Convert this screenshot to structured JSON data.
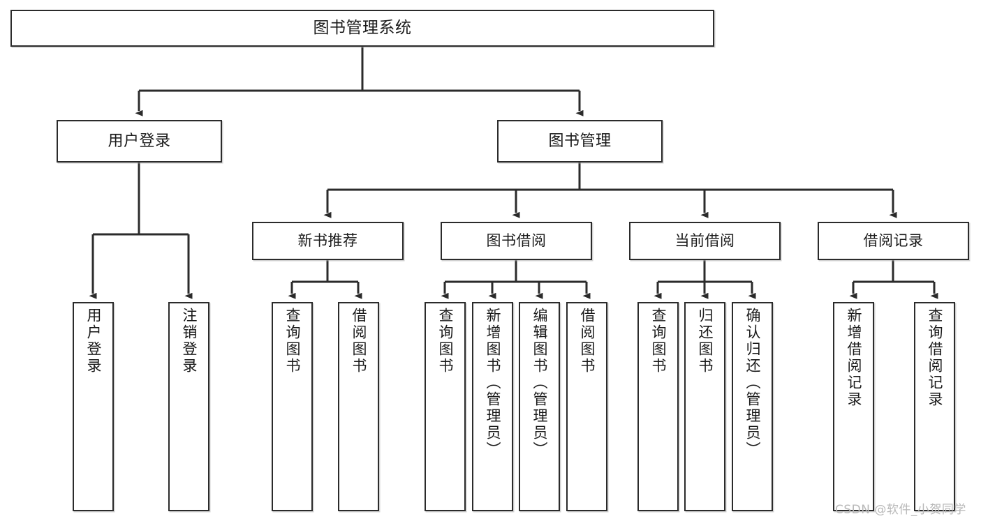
{
  "diagram": {
    "title": "图书管理系统",
    "type": "tree-hierarchy",
    "colors": {
      "stroke": "#2b2b2b",
      "fill": "#ffffff",
      "text": "#1a1a1a",
      "watermark": "#b8b8b8"
    },
    "nodes": {
      "root": {
        "label": "图书管理系统"
      },
      "level1": [
        {
          "id": "user-login",
          "label": "用户登录"
        },
        {
          "id": "book-management",
          "label": "图书管理"
        }
      ],
      "level2": [
        {
          "id": "new-book-recommend",
          "label": "新书推荐"
        },
        {
          "id": "book-borrow",
          "label": "图书借阅"
        },
        {
          "id": "current-borrow",
          "label": "当前借阅"
        },
        {
          "id": "borrow-record",
          "label": "借阅记录"
        }
      ],
      "leaves": [
        {
          "id": "leaf-user-login",
          "label": "用户登录",
          "parent": "user-login"
        },
        {
          "id": "leaf-logout-login",
          "label": "注销登录",
          "parent": "user-login"
        },
        {
          "id": "leaf-query-book-1",
          "label": "查询图书",
          "parent": "new-book-recommend"
        },
        {
          "id": "leaf-borrow-book-1",
          "label": "借阅图书",
          "parent": "new-book-recommend"
        },
        {
          "id": "leaf-query-book-2",
          "label": "查询图书",
          "parent": "book-borrow"
        },
        {
          "id": "leaf-add-book",
          "label": "新增图书（管理员）",
          "parent": "book-borrow"
        },
        {
          "id": "leaf-edit-book",
          "label": "编辑图书（管理员）",
          "parent": "book-borrow"
        },
        {
          "id": "leaf-borrow-book-2",
          "label": "借阅图书",
          "parent": "book-borrow"
        },
        {
          "id": "leaf-query-book-3",
          "label": "查询图书",
          "parent": "current-borrow"
        },
        {
          "id": "leaf-return-book",
          "label": "归还图书",
          "parent": "current-borrow"
        },
        {
          "id": "leaf-confirm-return",
          "label": "确认归还（管理员）",
          "parent": "current-borrow"
        },
        {
          "id": "leaf-add-record",
          "label": "新增借阅记录",
          "parent": "borrow-record"
        },
        {
          "id": "leaf-query-record",
          "label": "查询借阅记录",
          "parent": "borrow-record"
        }
      ]
    },
    "watermark": "CSDN @软件_小贺同学"
  }
}
